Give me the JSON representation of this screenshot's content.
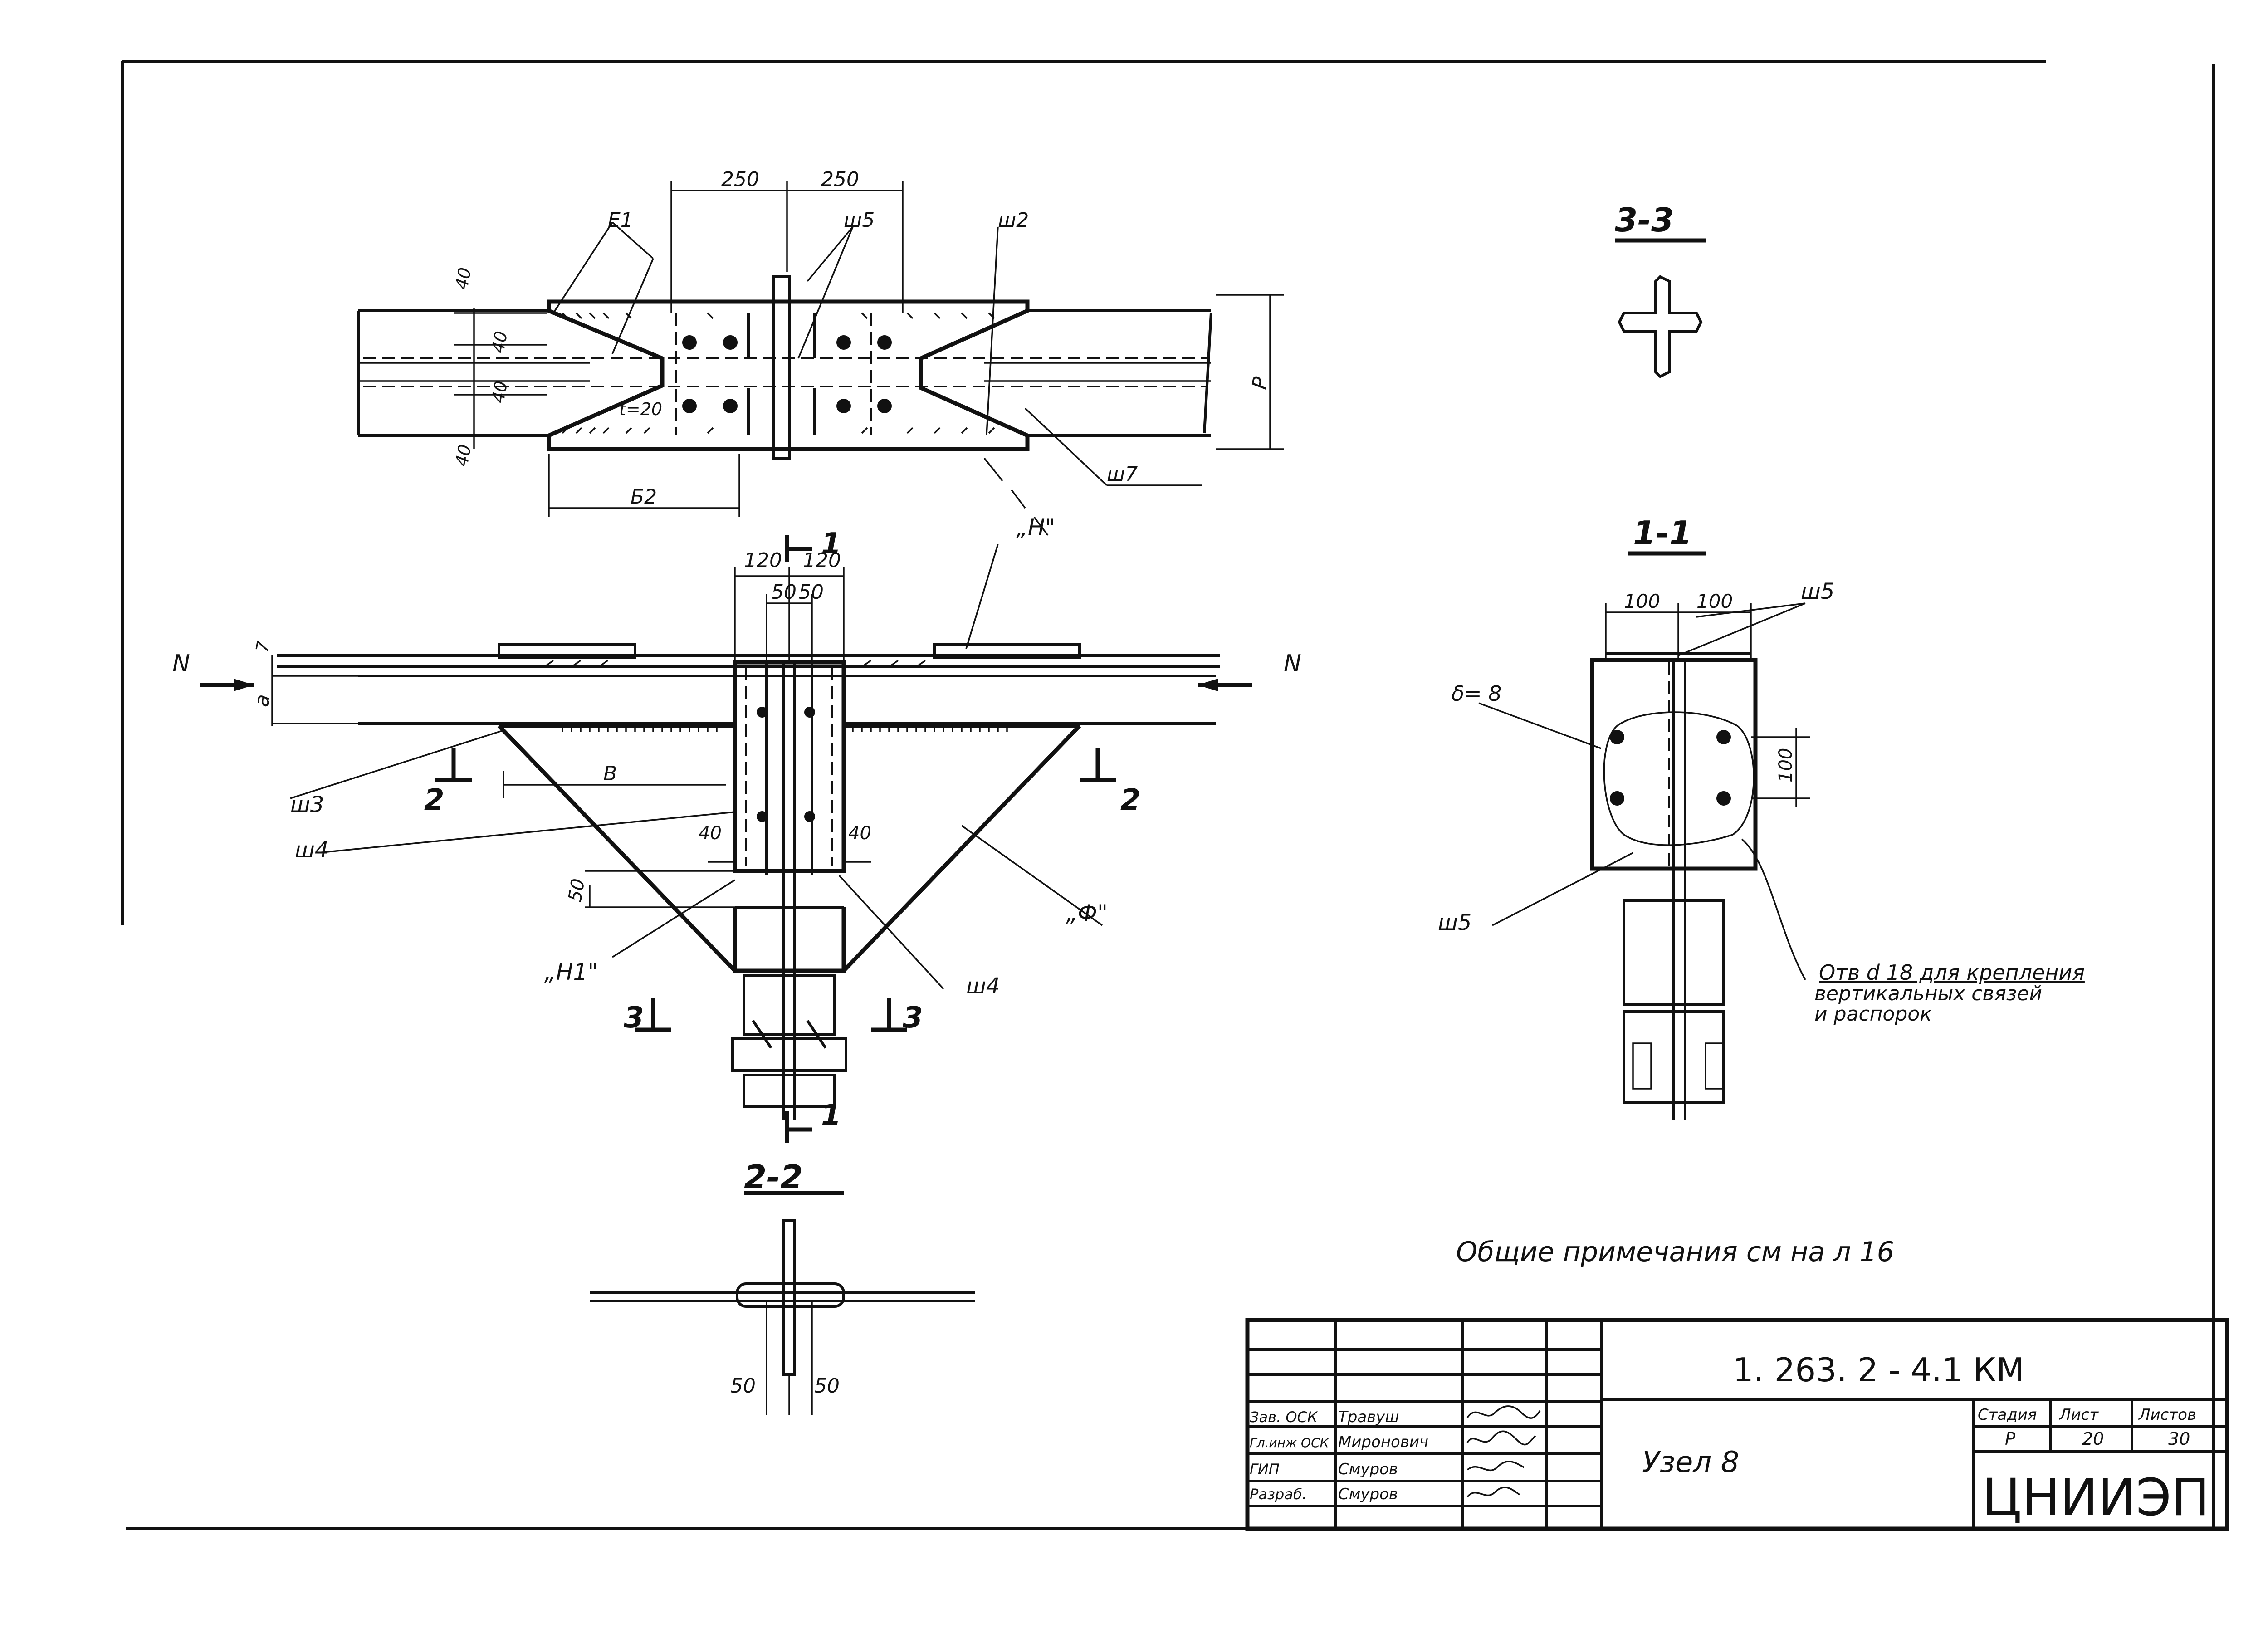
{
  "labels": {
    "dim_250_left": "250",
    "dim_250_right": "250",
    "sh5_top": "ш5",
    "sh2": "ш2",
    "e1": "Е1",
    "dim_40_a": "40",
    "dim_40_b": "40",
    "dim_40_c": "40",
    "dim_40_d": "40",
    "t20": "t=20",
    "p_dim": "Р",
    "b2": "Б2",
    "sh7": "ш7",
    "node_h": "„Н\"",
    "sec1_top": "1",
    "sec1_bottom": "1",
    "dim_120_left": "120",
    "dim_120_right": "120",
    "dim_50_left": "50",
    "dim_50_right": "50",
    "force_n_left": "N",
    "force_n_right": "N",
    "dim_7": "7",
    "dim_a": "а",
    "sh3": "ш3",
    "sec2_left": "2",
    "sec2_right": "2",
    "dim_v": "В",
    "sh4_left": "ш4",
    "dim_40_e": "40",
    "dim_40_f": "40",
    "dim_50_v": "50",
    "node_f": "„Ф\"",
    "node_h1": "„Н1\"",
    "sh4_right": "ш4",
    "sec3_left": "3",
    "sec3_right": "3",
    "title_22": "2-2",
    "dim_50_22_left": "50",
    "dim_50_22_right": "50",
    "title_33": "3-3",
    "title_11": "1-1",
    "dim_100_left": "100",
    "dim_100_right": "100",
    "sh5_11": "ш5",
    "delta8": "δ= 8",
    "dim_100_v": "100",
    "sh5_11_low": "ш5",
    "hole_note_1": "Отв d 18  для крепления",
    "hole_note_2": "вертикальных  связей",
    "hole_note_3": "и распорок",
    "general_note": "Общие примечания  см  на  л 16"
  },
  "title_block": {
    "doc_code": "1. 263. 2 - 4.1 КМ",
    "sheet_name": "Узел 8",
    "org": "ЦНИИЭП",
    "stage_hdr": "Стадия",
    "sheet_hdr": "Лист",
    "sheets_hdr": "Листов",
    "stage": "Р",
    "sheet": "20",
    "sheets": "30",
    "roles": [
      {
        "role": "Зав. ОСК",
        "name": "Травуш"
      },
      {
        "role": "Гл.инж ОСК",
        "name": "Миронович"
      },
      {
        "role": "ГИП",
        "name": "Смуров"
      },
      {
        "role": "Разраб.",
        "name": "Смуров"
      }
    ]
  }
}
